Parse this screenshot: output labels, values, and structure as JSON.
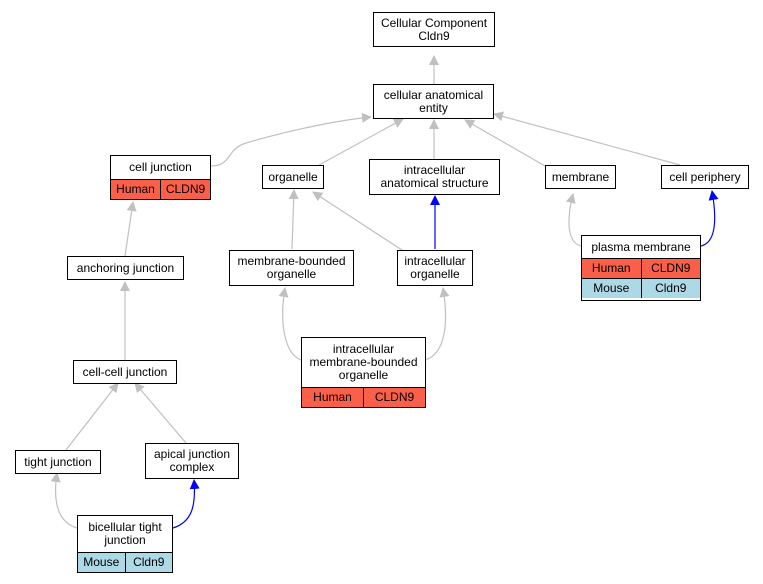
{
  "nodes": {
    "root": {
      "label": "Cellular Component\nCldn9"
    },
    "cae": {
      "label": "cellular anatomical\nentity"
    },
    "cell_junction": {
      "label": "cell junction",
      "rows": [
        {
          "species": "Human",
          "gene": "CLDN9"
        }
      ]
    },
    "organelle": {
      "label": "organelle"
    },
    "ias": {
      "label": "intracellular\nanatomical structure"
    },
    "membrane": {
      "label": "membrane"
    },
    "cell_periphery": {
      "label": "cell periphery"
    },
    "anchoring_junction": {
      "label": "anchoring junction"
    },
    "mbo": {
      "label": "membrane-bounded\norganelle"
    },
    "io": {
      "label": "intracellular\norganelle"
    },
    "plasma_membrane": {
      "label": "plasma membrane",
      "rows": [
        {
          "species": "Human",
          "gene": "CLDN9"
        },
        {
          "species": "Mouse",
          "gene": "Cldn9"
        }
      ]
    },
    "cell_cell_junction": {
      "label": "cell-cell junction"
    },
    "imbo": {
      "label": "intracellular\nmembrane-bounded\norganelle",
      "rows": [
        {
          "species": "Human",
          "gene": "CLDN9"
        }
      ]
    },
    "tight_junction": {
      "label": "tight junction"
    },
    "apical_junction_complex": {
      "label": "apical junction\ncomplex"
    },
    "bicellular_tight_junction": {
      "label": "bicellular tight\njunction",
      "rows": [
        {
          "species": "Mouse",
          "gene": "Cldn9"
        }
      ]
    }
  },
  "colors": {
    "edge_default": "#c0c0c0",
    "edge_highlight": "#0000ff",
    "human_cell": "#fa5f4a",
    "mouse_cell": "#add8e6"
  }
}
